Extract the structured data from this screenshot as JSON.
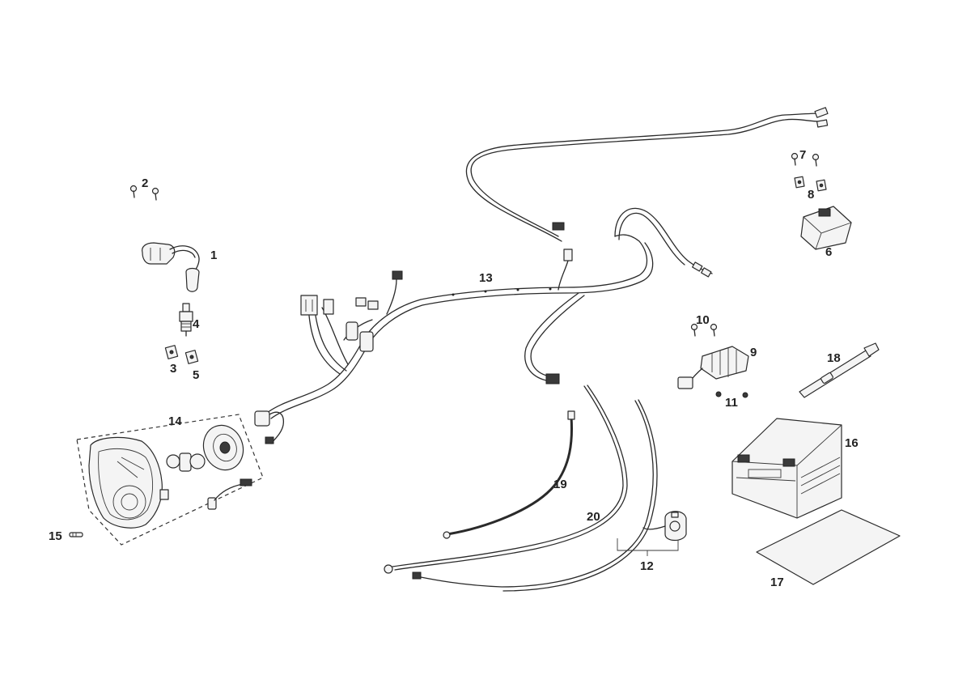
{
  "colors": {
    "ink": "#222222",
    "paper": "#ffffff",
    "part_fill": "#f4f4f4"
  },
  "callouts": {
    "c1": "1",
    "c2": "2",
    "c3": "3",
    "c4": "4",
    "c5": "5",
    "c6": "6",
    "c7": "7",
    "c8": "8",
    "c9": "9",
    "c10": "10",
    "c11": "11",
    "c12": "12",
    "c13": "13",
    "c14": "14",
    "c15": "15",
    "c16": "16",
    "c17": "17",
    "c18": "18",
    "c19": "19",
    "c20": "20"
  }
}
